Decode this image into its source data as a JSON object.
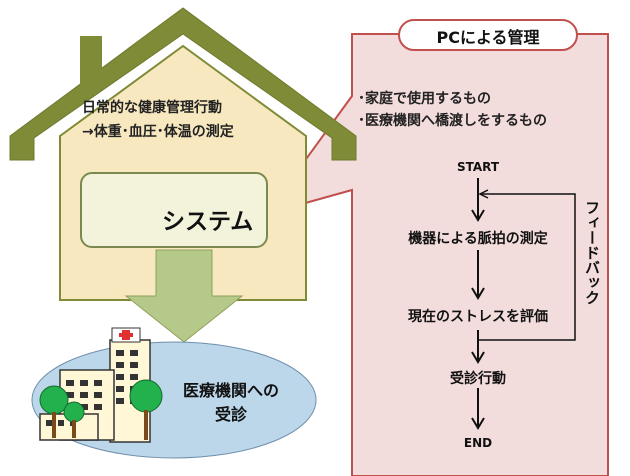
{
  "house": {
    "line1": "日常的な健康管理行動",
    "line2": "→体重･血圧･体温の測定",
    "system_label": "システム"
  },
  "panel": {
    "title": "PCによる管理",
    "bullets": [
      "･家庭で使用するもの",
      "･医療機関へ橋渡しをするもの"
    ],
    "flow": {
      "start": "START",
      "step1": "機器による脈拍の測定",
      "step2": "現在のストレスを評価",
      "step3": "受診行動",
      "end": "END"
    },
    "feedback": "フィードバック"
  },
  "hospital": {
    "line1": "医療機関への",
    "line2": "受診"
  },
  "colors": {
    "roof": "#7f8b36",
    "house_wall": "#f8e8c0",
    "panel_fill": "#f3dcdc",
    "panel_border": "#c0504d",
    "arrow": "#b5c98a",
    "ellipse": "#bcd7ea",
    "tree": "#22b14c"
  }
}
